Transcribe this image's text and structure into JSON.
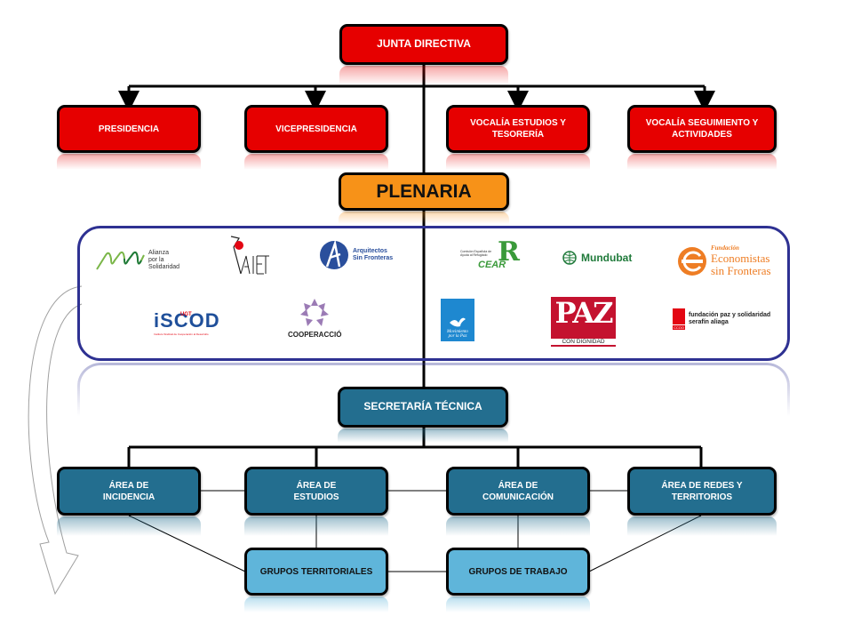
{
  "top": {
    "junta": "JUNTA DIRECTIVA",
    "presidencia": "PRESIDENCIA",
    "vicepresidencia": "VICEPRESIDENCIA",
    "vocalia_estudios": "VOCALÍA ESTUDIOS Y\nTESORERÍA",
    "vocalia_seguimiento": "VOCALÍA SEGUIMIENTO Y\nACTIVIDADES"
  },
  "plenaria": "PLENARIA",
  "members": {
    "alianza": {
      "line1": "Alianza",
      "line2": "por la",
      "line3": "Solidaridad",
      "icon": "wave-loops-icon"
    },
    "aieti": {
      "text": "AIETI",
      "icon": "red-dot-figure-icon"
    },
    "asf": {
      "line1": "Arquitectos",
      "line2": "Sin Fronteras",
      "icon": "blue-circle-a-icon"
    },
    "cear": {
      "small": "Comisión Española de Ayuda al Refugiado",
      "name": "CEAR",
      "letter": "R"
    },
    "mundubat": {
      "text": "Mundubat",
      "icon": "globe-icon"
    },
    "esf": {
      "line1": "Fundación",
      "line2": "Economistas",
      "line3": "sin Fronteras",
      "icon": "orange-e-icon"
    },
    "iscod": {
      "text": "iSCOD",
      "badge": "UGT",
      "sub": "Instituto Sindical de Cooperación al Desarrollo"
    },
    "cooperaccio": {
      "text": "COOPERACCIÓ",
      "icon": "purple-star-icon"
    },
    "mpdl": {
      "line1": "Movimiento",
      "line2": "por la Paz",
      "icon": "dove-icon"
    },
    "paz_dignidad": {
      "big": "PAZ",
      "sub": "CON DIGNIDAD"
    },
    "fpsa": {
      "line1": "fundación paz y solidaridad",
      "line2": "serafín aliaga",
      "badge": "CCOO"
    }
  },
  "secretaria": "SECRETARÍA  TÉCNICA",
  "areas": {
    "incidencia": "ÁREA DE\nINCIDENCIA",
    "estudios": "ÁREA DE\nESTUDIOS",
    "comunicacion": "ÁREA DE\nCOMUNICACIÓN",
    "redes": "ÁREA DE REDES  Y\nTERRITORIOS"
  },
  "groups": {
    "territoriales": "GRUPOS  TERRITORIALES",
    "trabajo": "GRUPOS  DE  TRABAJO"
  },
  "colors": {
    "red": "#e60000",
    "orange": "#f79218",
    "teal": "#236e8f",
    "light_blue": "#5fb5da",
    "panel_border": "#2e3192"
  }
}
